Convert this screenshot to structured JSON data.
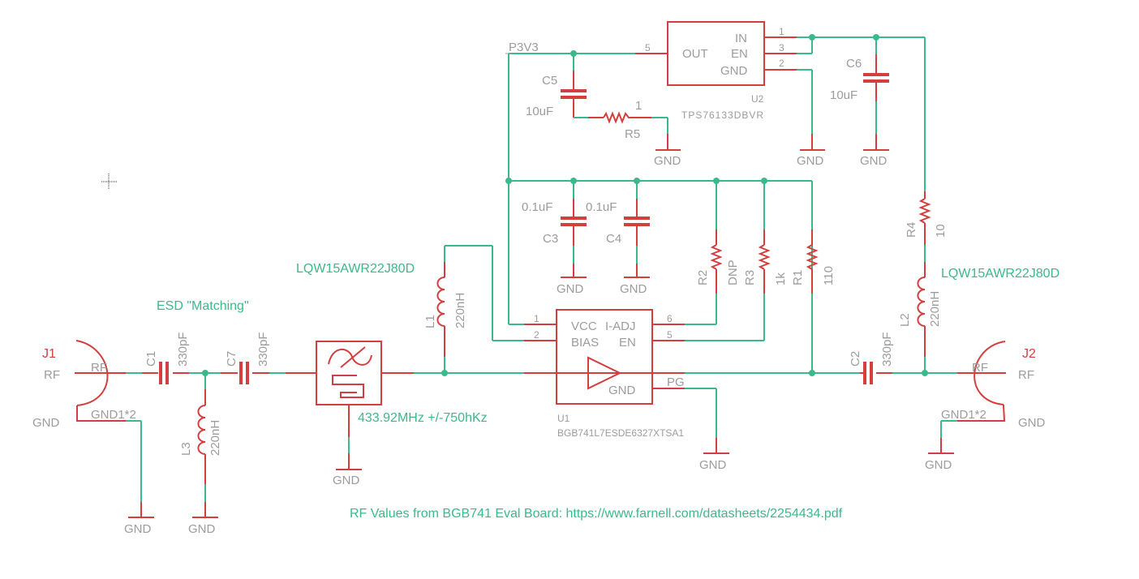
{
  "colors": {
    "wire": "#3cb98a",
    "part": "#d33f3f",
    "label": "#9c9c9c"
  },
  "notes": {
    "esd": "ESD \"Matching\"",
    "filter": "433.92MHz +/-750hKz",
    "rf_values": "RF Values from BGB741 Eval Board: https://www.farnell.com/datasheets/2254434.pdf",
    "l1_part": "LQW15AWR22J80D",
    "l2_part": "LQW15AWR22J80D"
  },
  "nets": {
    "p3v3": "P3V3",
    "gnd": "GND"
  },
  "connectors": {
    "j1": {
      "ref": "J1",
      "rf": "RF",
      "gnd": "GND",
      "pin_rf": "RF",
      "pin_gnd": "GND1*2"
    },
    "j2": {
      "ref": "J2",
      "rf": "RF",
      "gnd": "GND",
      "pin_rf": "RF",
      "pin_gnd": "GND1*2"
    }
  },
  "components": {
    "c1": {
      "ref": "C1",
      "value": "330pF"
    },
    "c7": {
      "ref": "C7",
      "value": "330pF"
    },
    "c2": {
      "ref": "C2",
      "value": "330pF"
    },
    "c3": {
      "ref": "C3",
      "value": "0.1uF"
    },
    "c4": {
      "ref": "C4",
      "value": "0.1uF"
    },
    "c5": {
      "ref": "C5",
      "value": "10uF"
    },
    "c6": {
      "ref": "C6",
      "value": "10uF"
    },
    "l1": {
      "ref": "L1",
      "value": "220nH"
    },
    "l2": {
      "ref": "L2",
      "value": "220nH"
    },
    "l3": {
      "ref": "L3",
      "value": "220nH"
    },
    "r1": {
      "ref": "R1",
      "value": "110"
    },
    "r2": {
      "ref": "R2",
      "value": "DNP"
    },
    "r3": {
      "ref": "R3",
      "value": "1k"
    },
    "r4": {
      "ref": "R4",
      "value": "10"
    },
    "r5": {
      "ref": "R5",
      "value": "1"
    }
  },
  "u1": {
    "ref": "U1",
    "part": "BGB741L7ESDE6327XTSA1",
    "pins": {
      "vcc": "VCC",
      "iadj": "I-ADJ",
      "bias": "BIAS",
      "en": "EN",
      "gnd": "GND",
      "pg": "PG",
      "n1": "1",
      "n2": "2",
      "n6": "6",
      "n5": "5"
    }
  },
  "u2": {
    "ref": "U2",
    "part": "TPS76133DBVR",
    "pins": {
      "out": "OUT",
      "in": "IN",
      "en": "EN",
      "gnd": "GND",
      "n5": "5",
      "n1": "1",
      "n3": "3",
      "n2": "2"
    }
  }
}
